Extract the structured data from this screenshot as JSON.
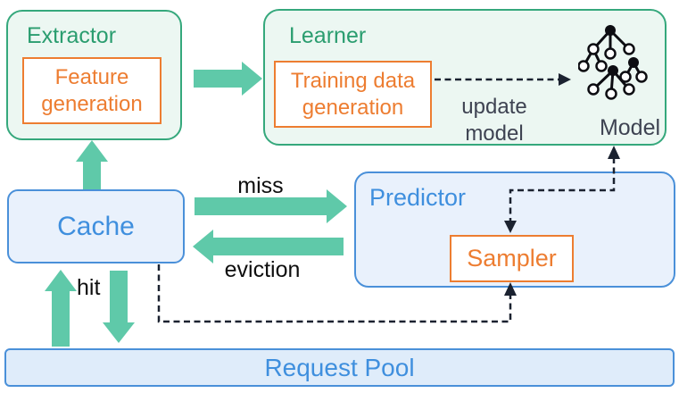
{
  "extractor": {
    "title": "Extractor",
    "feature_generation": "Feature generation"
  },
  "learner": {
    "title": "Learner",
    "training_data_generation": "Training data generation",
    "update_model_label": "update model",
    "model_label": "Model"
  },
  "cache": {
    "title": "Cache"
  },
  "predictor": {
    "title": "Predictor",
    "sampler": "Sampler"
  },
  "request_pool": {
    "title": "Request Pool"
  },
  "edge_labels": {
    "miss": "miss",
    "eviction": "eviction",
    "hit": "hit"
  },
  "icons": {
    "model_icon": "decision-tree-forest-icon"
  },
  "colors": {
    "green_border": "#35a87c",
    "green_text": "#2a9d6f",
    "green_fill": "#ecf7f2",
    "teal_arrow": "#5fc9a9",
    "orange": "#ed7d31",
    "blue_border": "#4a90d9",
    "blue_text": "#3f8fde",
    "blue_fill": "#e9f1fc",
    "dashed_line": "#1b2230",
    "dark_text": "#3e4352"
  }
}
